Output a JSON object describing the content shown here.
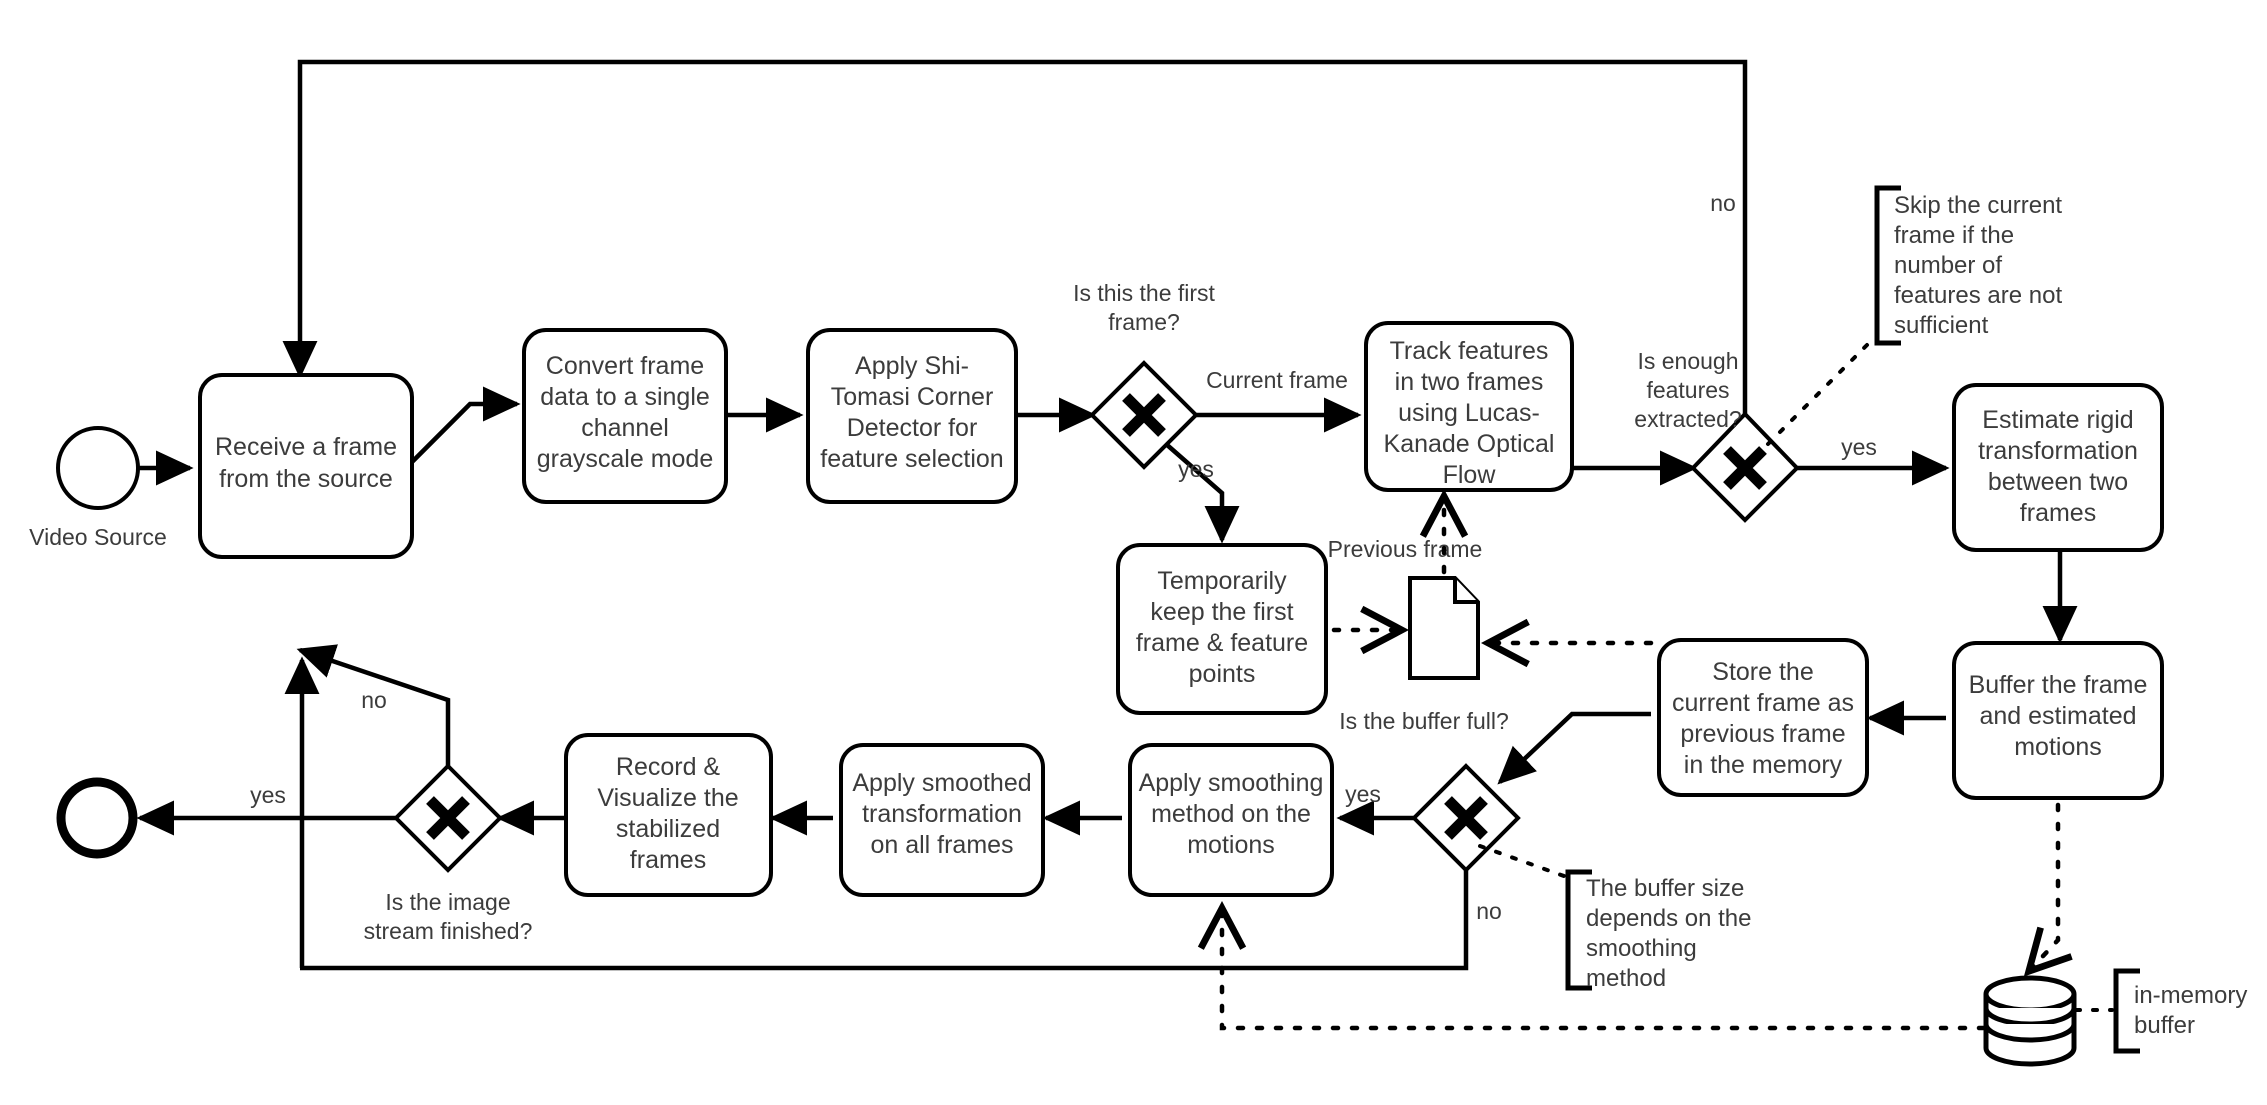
{
  "diagram": {
    "title": "Video stabilization pipeline flowchart",
    "type": "bpmn-flowchart",
    "background_color": "#ffffff",
    "line_color": "#000000",
    "text_color": "#3c3c3c"
  },
  "events": {
    "start": {
      "label": "Video Source",
      "name": "start-event"
    },
    "end": {
      "label": "",
      "name": "end-event"
    }
  },
  "tasks": {
    "receive_frame": {
      "lines": [
        "Receive a frame",
        "from the source"
      ]
    },
    "convert_gray": {
      "lines": [
        "Convert frame",
        "data to a single",
        "channel",
        "grayscale mode"
      ]
    },
    "shi_tomasi": {
      "lines": [
        "Apply Shi-",
        "Tomasi Corner",
        "Detector for",
        "feature selection"
      ]
    },
    "keep_first": {
      "lines": [
        "Temporarily",
        "keep the first",
        "frame & feature",
        "points"
      ]
    },
    "track_features": {
      "lines": [
        "Track features",
        "in two frames",
        "using Lucas-",
        "Kanade Optical",
        "Flow"
      ]
    },
    "estimate_rigid": {
      "lines": [
        "Estimate rigid",
        "transformation",
        "between two",
        "frames"
      ]
    },
    "buffer_frame": {
      "lines": [
        "Buffer the frame",
        "and estimated",
        "motions"
      ]
    },
    "store_prev": {
      "lines": [
        "Store the",
        "current frame as",
        "previous frame",
        "in the memory"
      ]
    },
    "apply_smoothing": {
      "lines": [
        "Apply smoothing",
        "method on the",
        "motions"
      ]
    },
    "apply_smoothed_tf": {
      "lines": [
        "Apply smoothed",
        "transformation",
        "on all frames"
      ]
    },
    "record_visualize": {
      "lines": [
        "Record &",
        "Visualize the",
        "stabilized",
        "frames"
      ]
    }
  },
  "gateways": {
    "first_frame": {
      "label_lines": [
        "Is this the first",
        "frame?"
      ],
      "symbol": "X"
    },
    "enough_features": {
      "label_lines": [
        "Is enough",
        "features",
        "extracted?"
      ],
      "symbol": "X"
    },
    "buffer_full": {
      "label_lines": [
        "Is the buffer full?"
      ],
      "symbol": "X"
    },
    "stream_finished": {
      "label_lines": [
        "Is the image",
        "stream finished?"
      ],
      "symbol": "X"
    }
  },
  "data_objects": {
    "previous_frame": {
      "label": "Previous frame",
      "name": "previous-frame-data-object"
    },
    "in_memory_buffer": {
      "label_lines": [
        "in-memory",
        "buffer"
      ],
      "name": "in-memory-buffer-datastore"
    }
  },
  "flow_labels": {
    "first_frame_yes": "yes",
    "first_frame_current": "Current frame",
    "enough_features_no": "no",
    "enough_features_yes": "yes",
    "buffer_full_yes": "yes",
    "buffer_full_no": "no",
    "stream_finished_yes": "yes",
    "stream_finished_no": "no"
  },
  "annotations": {
    "skip_frame": {
      "lines": [
        "Skip the current",
        "frame if the",
        "number of",
        "features are not",
        "sufficient"
      ]
    },
    "buffer_size": {
      "lines": [
        "The buffer size",
        "depends on the",
        "smoothing",
        "method"
      ]
    }
  }
}
